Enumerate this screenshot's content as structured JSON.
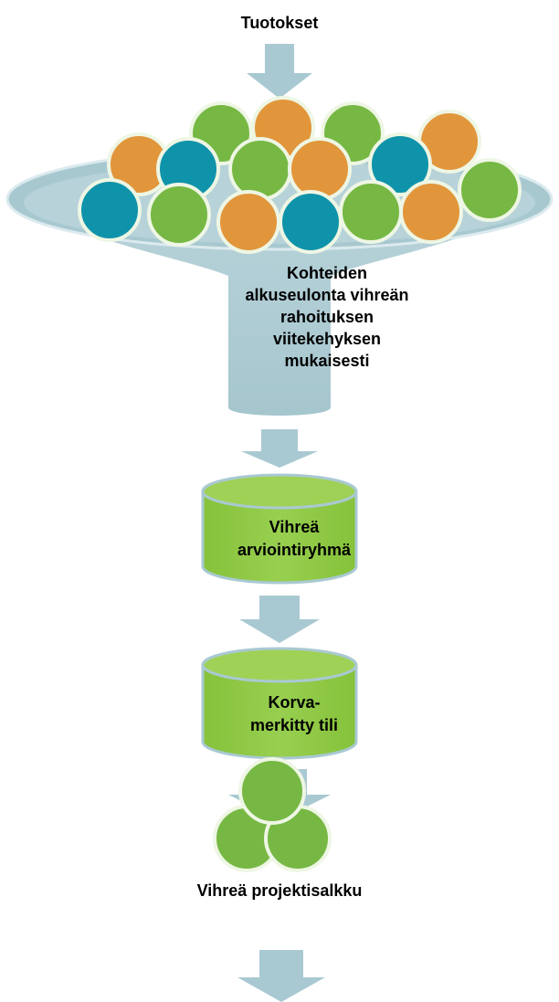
{
  "diagram": {
    "top_label": "Tuotokset",
    "funnel_lines": [
      "Kohteiden",
      "alkuseulonta vihreän",
      "rahoituksen",
      "viitekehyksen",
      "mukaisesti"
    ],
    "stage1_lines": [
      "Vihreä",
      "arviointiryhmä"
    ],
    "stage2_lines": [
      "Korva-",
      "merkitty tili"
    ],
    "bottom_label": "Vihreä projektisalkku"
  },
  "colors": {
    "arrow": "#a9c9d2",
    "funnel": "#aac9d1",
    "funnel_edge": "#cfe3e8",
    "ball_green": "#76b843",
    "ball_orange": "#e2963b",
    "ball_teal": "#0f93aa",
    "ball_border": "#eef6e4",
    "cylinder_fill": "#8cc63f",
    "cylinder_top": "#9fd157",
    "cylinder_border": "#a9c9d2"
  }
}
